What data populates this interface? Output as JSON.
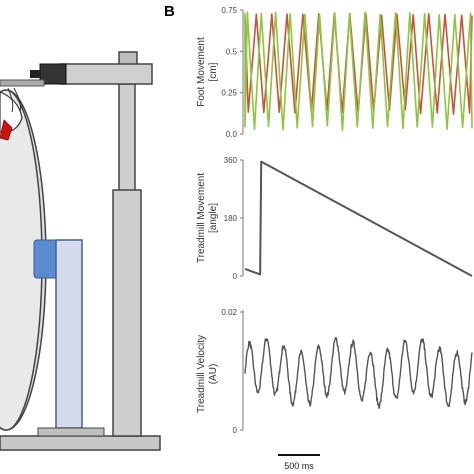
{
  "panel_label": "B",
  "colors": {
    "trace_red": "#c8523a",
    "trace_green": "#8cc63f",
    "trace_gray": "#555555",
    "drum_fill": "#e6e6e6",
    "stand_fill": "#c8c8c8",
    "stand_dark": "#444444",
    "support_fill": "#d4dcec",
    "support_stroke": "#4a5a8c",
    "axle_blue": "#5a8ad0"
  },
  "scale_bar": {
    "label": "500 ms"
  },
  "chart_data": [
    {
      "type": "line",
      "title": "",
      "ylabel": "Foot Movement [cm]",
      "ylabel_lines": [
        "Foot Movement",
        "[cm]"
      ],
      "yticks": [
        "0.75",
        "0.5",
        "0.25",
        "0.0"
      ],
      "ylim": [
        0,
        0.75
      ],
      "x_range_ms": [
        0,
        2100
      ],
      "series": [
        {
          "color": "#c8523a",
          "period_ms": 160,
          "min": 0.12,
          "max": 0.72,
          "phase": 0.3
        },
        {
          "color": "#8cc63f",
          "period_ms": 148,
          "min": 0.02,
          "max": 0.73,
          "phase": 0.75
        }
      ]
    },
    {
      "type": "line",
      "title": "",
      "ylabel": "Treadmill Movement [angle]",
      "ylabel_lines": [
        "Treadmill Movement",
        "[angle]"
      ],
      "yticks": [
        "360",
        "180",
        "0"
      ],
      "ylim": [
        0,
        360
      ],
      "x_range_ms": [
        0,
        2100
      ],
      "points": [
        [
          0,
          22
        ],
        [
          140,
          5
        ],
        [
          150,
          355
        ],
        [
          2100,
          0
        ]
      ]
    },
    {
      "type": "line",
      "title": "",
      "ylabel": "Treadmill Velocity (AU)",
      "ylabel_lines": [
        "Treadmill Velocity",
        "(AU)"
      ],
      "yticks": [
        "0.02",
        "0"
      ],
      "ylim": [
        0,
        0.02
      ],
      "x_range_ms": [
        0,
        2100
      ],
      "period_ms": 160,
      "baseline": 0.0098,
      "amplitude": 0.0045,
      "noise": 0.0009
    }
  ]
}
